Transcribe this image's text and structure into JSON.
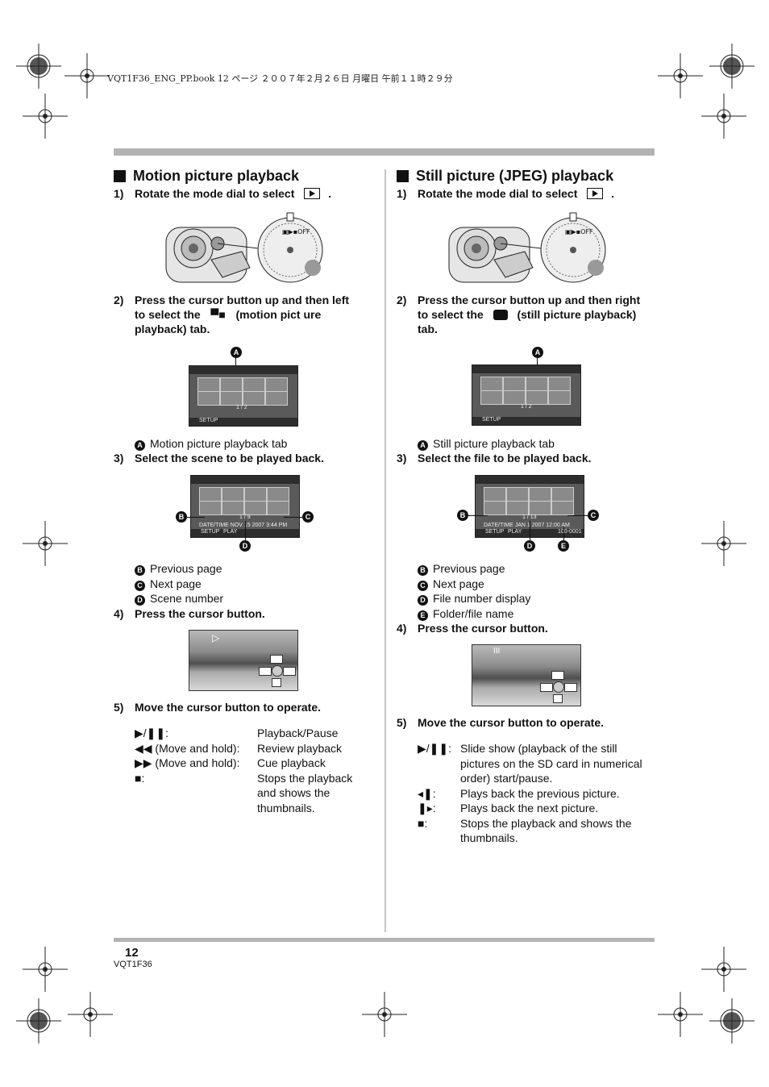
{
  "header": "VQT1F36_ENG_PP.book  12 ページ  ２００７年２月２６日  月曜日  午前１１時２９分",
  "left": {
    "title": "Motion picture playback",
    "step1": {
      "num": "1)",
      "text": "Rotate the mode dial to select",
      "end": "."
    },
    "step2": {
      "num": "2)",
      "line1": "Press the cursor button up and then left",
      "line2a": "to select the",
      "line2b": "(motion pict ure",
      "line3": "playback) tab."
    },
    "legend_a": {
      "mark": "A",
      "text": "Motion picture playback tab"
    },
    "step3": {
      "num": "3)",
      "text": "Select the scene to be played back."
    },
    "legend_b": {
      "mark": "B",
      "text": "Previous page"
    },
    "legend_c": {
      "mark": "C",
      "text": "Next page"
    },
    "legend_d": {
      "mark": "D",
      "text": "Scene number"
    },
    "step4": {
      "num": "4)",
      "text": "Press the cursor button."
    },
    "step5": {
      "num": "5)",
      "text": "Move the cursor button to operate."
    },
    "ops": [
      {
        "key": "▶/❚❚:",
        "desc": "Playback/Pause"
      },
      {
        "key": "◀◀ (Move and hold):",
        "desc": "Review playback"
      },
      {
        "key": "▶▶ (Move and hold):",
        "desc": "Cue playback"
      },
      {
        "key": "■:",
        "desc": "Stops the playback"
      }
    ],
    "op_cont1": "and shows the",
    "op_cont2": "thumbnails.",
    "screen1": {
      "page": "1 / 2",
      "setup": "SETUP"
    },
    "screen2": {
      "page": "1 / 9",
      "date": "DATE/TIME  NOV 15 2007   3:44 PM",
      "setup": "SETUP",
      "play": "PLAY"
    }
  },
  "right": {
    "title": "Still picture (JPEG) playback",
    "step1": {
      "num": "1)",
      "text": "Rotate the mode dial to select",
      "end": "."
    },
    "step2": {
      "num": "2)",
      "line1": "Press the cursor button up and then right",
      "line2a": "to select the",
      "line2b": "(still picture playback)",
      "line3": "tab."
    },
    "legend_a": {
      "mark": "A",
      "text": "Still picture playback tab"
    },
    "step3": {
      "num": "3)",
      "text": "Select the file to be played back."
    },
    "legend_b": {
      "mark": "B",
      "text": "Previous page"
    },
    "legend_c": {
      "mark": "C",
      "text": "Next page"
    },
    "legend_d": {
      "mark": "D",
      "text": "File number display"
    },
    "legend_e": {
      "mark": "E",
      "text": "Folder/file name"
    },
    "step4": {
      "num": "4)",
      "text": "Press the cursor button."
    },
    "step5": {
      "num": "5)",
      "text": "Move the cursor button to operate."
    },
    "ops": [
      {
        "key": "▶/❚❚:",
        "desc": "Slide show (playback of the still"
      },
      {
        "key": "",
        "desc": "pictures on the SD card in numerical"
      },
      {
        "key": "",
        "desc": "order) start/pause."
      },
      {
        "key": "◂❚:",
        "desc": "Plays back the previous picture."
      },
      {
        "key": "❚▸:",
        "desc": "Plays back the next picture."
      },
      {
        "key": "■:",
        "desc": "Stops the playback and shows the"
      },
      {
        "key": "",
        "desc": "thumbnails."
      }
    ],
    "screen1": {
      "page": "1 / 2",
      "setup": "SETUP"
    },
    "screen2": {
      "page": "1 / 13",
      "date": "DATE/TIME  JAN  1 2007   12:00 AM",
      "setup": "SETUP",
      "play": "PLAY",
      "file": "100-0001"
    }
  },
  "footer": {
    "page_number": "12",
    "code": "VQT1F36"
  }
}
